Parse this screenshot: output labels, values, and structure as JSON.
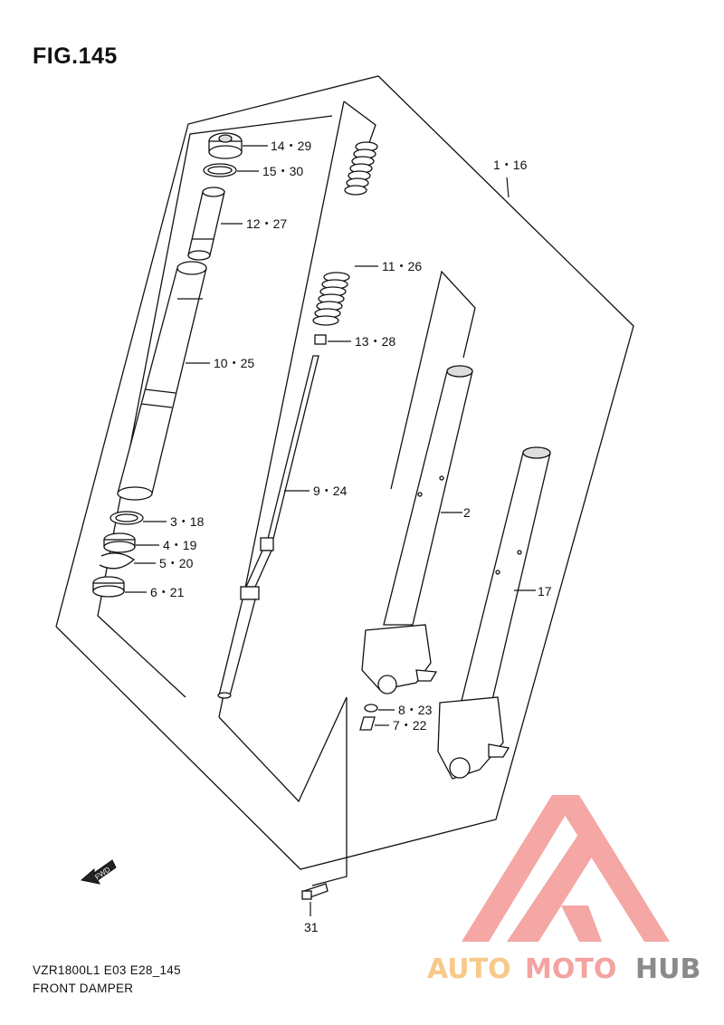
{
  "figure": {
    "title": "FIG.145",
    "code": "VZR1800L1 E03 E28_145",
    "name": "FRONT DAMPER"
  },
  "callouts": {
    "c1_16": "1・16",
    "c14_29": "14・29",
    "c15_30": "15・30",
    "c12_27": "12・27",
    "c11_26": "11・26",
    "c13_28": "13・28",
    "c10_25": "10・25",
    "c9_24": "9・24",
    "c2": "2",
    "c17": "17",
    "c3_18": "3・18",
    "c4_19": "4・19",
    "c5_20": "5・20",
    "c6_21": "6・21",
    "c8_23": "8・23",
    "c7_22": "7・22",
    "c31": "31"
  },
  "fwd_arrow": {
    "label": "FWD"
  },
  "watermark": {
    "text_auto": "AUTO",
    "text_moto": "MOTO",
    "text_hub": "HUB",
    "colors": {
      "auto": "#f7c98a",
      "moto": "#f4a3a0",
      "hub": "#8a8a8a",
      "logo": "#f4a3a0"
    }
  }
}
